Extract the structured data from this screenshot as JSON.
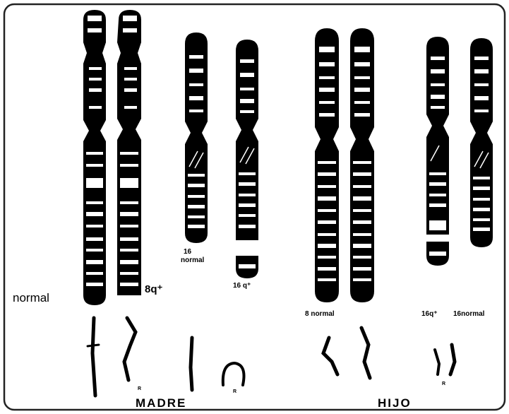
{
  "colors": {
    "ink": "#000000",
    "paper": "#ffffff",
    "frame": "#222222"
  },
  "labels": {
    "normal": "normal",
    "chr8_abnormal": "8q⁺",
    "chr16_normal_line1": "16",
    "chr16_normal_line2": "normal",
    "chr16_abnormal": "16 q⁺",
    "chr8_normal_son": "8 normal",
    "chr16_abnormal_son": "16q⁺",
    "chr16_normal_son": "16normal",
    "mother": "MADRE",
    "son": "HIJO"
  }
}
